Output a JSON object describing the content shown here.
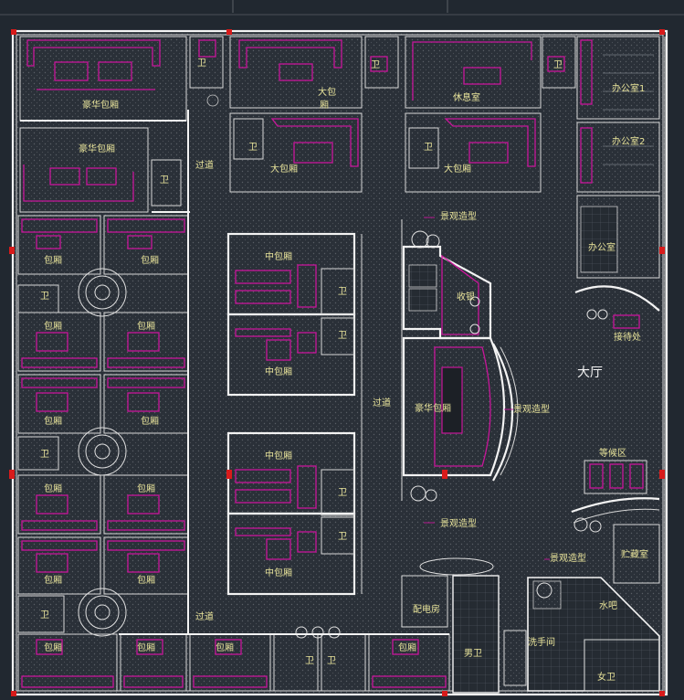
{
  "plan": {
    "labels": {
      "luxury_room": "豪华包厢",
      "room": "包厢",
      "big_room": "大包厢",
      "big_room_split": [
        "大包",
        "厢"
      ],
      "mid_room": "中包厢",
      "toilet": "卫",
      "rest_room": "休息室",
      "office1": "办公室1",
      "office2": "办公室2",
      "office": "办公室",
      "reception": "接待处",
      "hall": "大厅",
      "corridor": "过道",
      "cashier": "收银",
      "landscape": "景观造型",
      "waiting": "等候区",
      "storage": "贮藏室",
      "bar": "水吧",
      "power": "配电房",
      "wash": "洗手间",
      "male_toilet": "男卫",
      "female_toilet": "女卫"
    },
    "colors": {
      "background": "#212830",
      "wall": "#f3f3f3",
      "furniture": "#c8169a",
      "text": "#e8e39a",
      "marker": "#d81b1b"
    }
  }
}
